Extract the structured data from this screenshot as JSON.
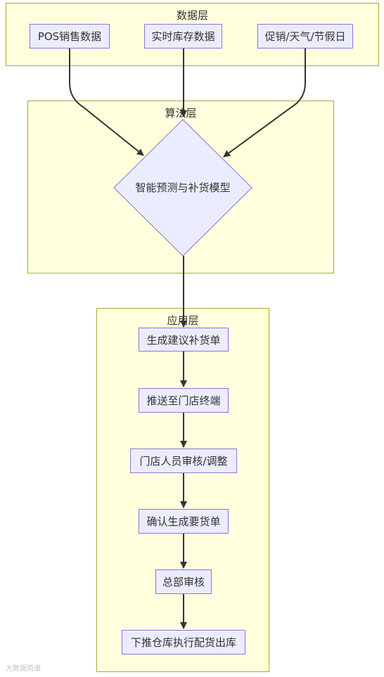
{
  "clusters": {
    "data_layer": "数据层",
    "algo_layer": "算法层",
    "app_layer": "应用层"
  },
  "nodes": {
    "pos_sales": "POS销售数据",
    "realtime_inventory": "实时库存数据",
    "promo_weather_holiday": "促销/天气/节假日",
    "model": "智能预测与补货模型",
    "gen_suggestion": "生成建议补货单",
    "push_store": "推送至门店终端",
    "store_review": "门店人员审核/调整",
    "confirm_order": "确认生成要货单",
    "hq_review": "总部审核",
    "dispatch": "下推仓库执行配货出库"
  },
  "watermark": "大数据简谱",
  "colors": {
    "cluster_fill": "#ffffde",
    "cluster_border": "#aaaa33",
    "node_fill": "#ececff",
    "node_border": "#9370db",
    "edge": "#333333"
  }
}
